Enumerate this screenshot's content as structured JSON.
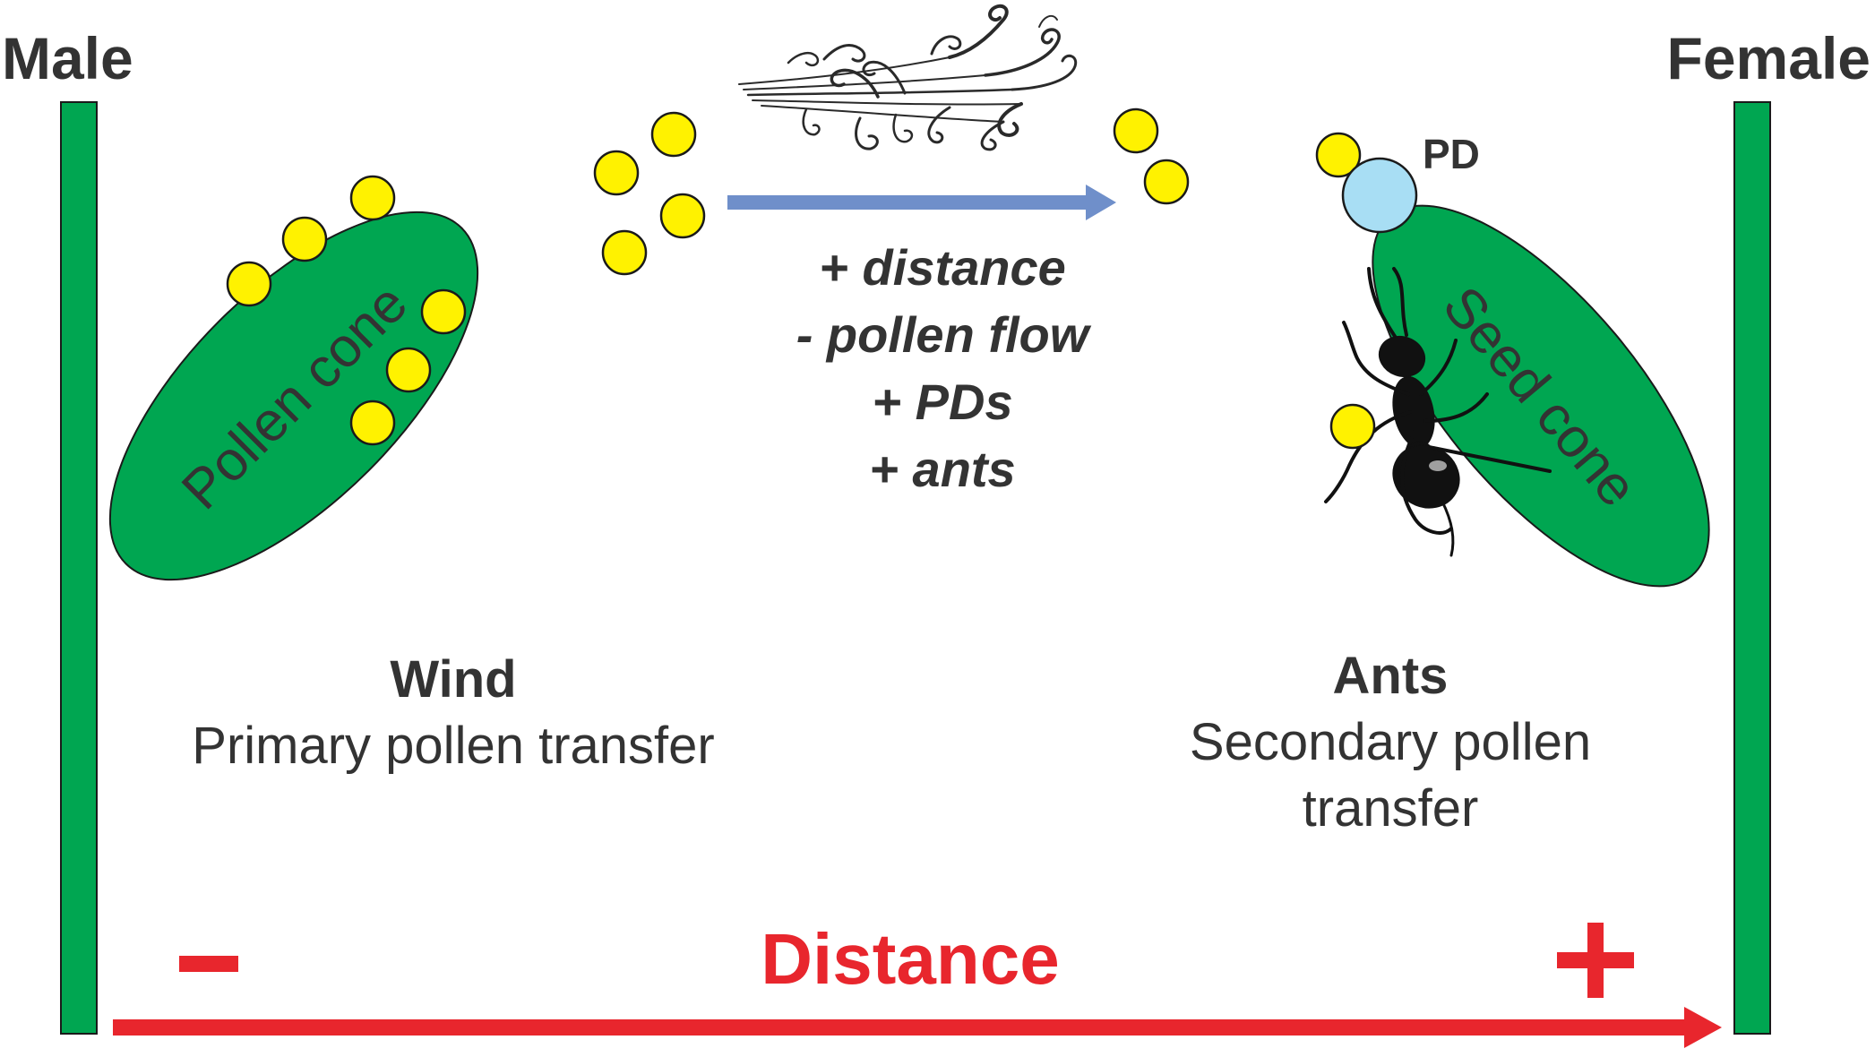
{
  "labels": {
    "male": "Male",
    "female": "Female",
    "pollen_cone": "Pollen cone",
    "seed_cone": "Seed cone",
    "pd": "PD",
    "wind_title": "Wind",
    "wind_desc": "Primary pollen transfer",
    "ants_title": "Ants",
    "ants_desc_1": "Secondary pollen",
    "ants_desc_2": "transfer",
    "effects": [
      "+ distance",
      "- pollen flow",
      "+ PDs",
      "+ ants"
    ],
    "distance": "Distance",
    "minus": "–",
    "plus": "+"
  },
  "icons": {
    "wind": "wind-gust-icon",
    "ant": "ant-icon",
    "pollen": "pollen-grain-icon",
    "drop": "pollination-drop-icon"
  },
  "colors": {
    "stem": "#00a651",
    "pollen": "#fff200",
    "pd_drop": "#a8def4",
    "flow_arrow": "#6f8fca",
    "distance": "#e8262d",
    "text": "#333333"
  }
}
